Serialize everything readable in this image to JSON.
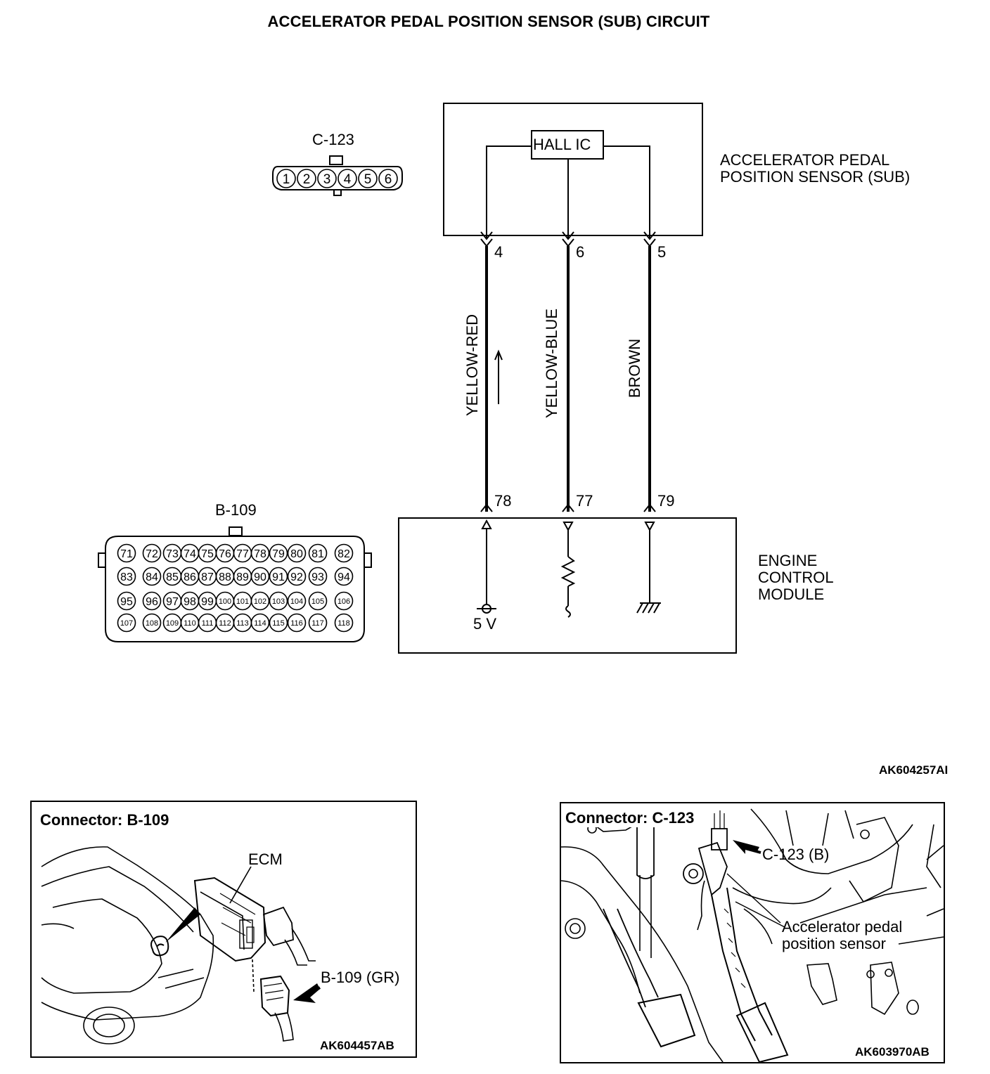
{
  "title": "ACCELERATOR PEDAL POSITION SENSOR (SUB) CIRCUIT",
  "figure_code": "AK604257AI",
  "sensor": {
    "name_line1": "ACCELERATOR PEDAL",
    "name_line2": "POSITION SENSOR (SUB)",
    "ic_label": "HALL IC"
  },
  "ecm": {
    "line1": "ENGINE",
    "line2": "CONTROL",
    "line3": "MODULE",
    "voltage": "5 V"
  },
  "wires": [
    {
      "sensor_pin": "4",
      "color": "YELLOW-RED",
      "ecm_pin": "78"
    },
    {
      "sensor_pin": "6",
      "color": "YELLOW-BLUE",
      "ecm_pin": "77"
    },
    {
      "sensor_pin": "5",
      "color": "BROWN",
      "ecm_pin": "79"
    }
  ],
  "connector_c123": {
    "label": "C-123",
    "pins": [
      "1",
      "2",
      "3",
      "4",
      "5",
      "6"
    ]
  },
  "connector_b109": {
    "label": "B-109",
    "rows": [
      [
        "71",
        "72",
        "73",
        "74",
        "75",
        "76",
        "77",
        "78",
        "79",
        "80",
        "81",
        "82"
      ],
      [
        "83",
        "84",
        "85",
        "86",
        "87",
        "88",
        "89",
        "90",
        "91",
        "92",
        "93",
        "94"
      ],
      [
        "95",
        "96",
        "97",
        "98",
        "99",
        "100",
        "101",
        "102",
        "103",
        "104",
        "105",
        "106"
      ],
      [
        "107",
        "108",
        "109",
        "110",
        "111",
        "112",
        "113",
        "114",
        "115",
        "116",
        "117",
        "118"
      ]
    ]
  },
  "panel_left": {
    "heading": "Connector: B-109",
    "ecm_label": "ECM",
    "connector_label": "B-109 (GR)",
    "code": "AK604457AB"
  },
  "panel_right": {
    "heading": "Connector: C-123",
    "connector_label": "C-123 (B)",
    "sensor_line1": "Accelerator pedal",
    "sensor_line2": "position sensor",
    "code": "AK603970AB"
  }
}
